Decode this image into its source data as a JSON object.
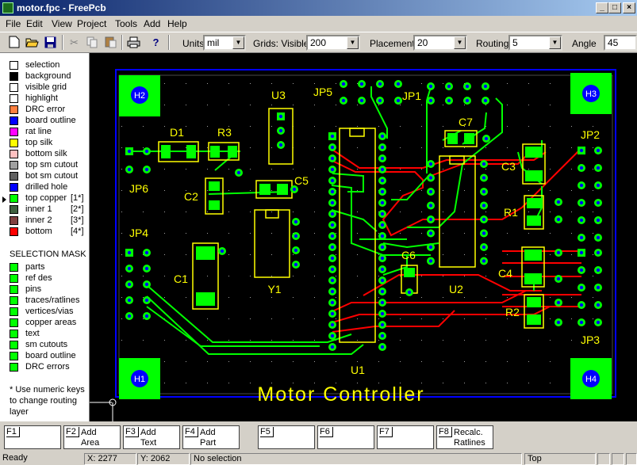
{
  "window": {
    "title": "motor.fpc - FreePcb"
  },
  "menu": [
    "File",
    "Edit",
    "View",
    "Project",
    "Tools",
    "Add",
    "Help"
  ],
  "toolbar": {
    "units_label": "Units",
    "units_value": "mil",
    "grids_label": "Grids: Visible",
    "grids_value": "200",
    "placement_label": "Placement",
    "placement_value": "20",
    "routing_label": "Routing",
    "routing_value": "5",
    "angle_label": "Angle",
    "angle_value": "45"
  },
  "layers": [
    {
      "label": "selection",
      "color": "#ffffff",
      "key": ""
    },
    {
      "label": "background",
      "color": "#000000",
      "key": ""
    },
    {
      "label": "visible grid",
      "color": "#ffffff",
      "key": ""
    },
    {
      "label": "highlight",
      "color": "#ffffff",
      "key": ""
    },
    {
      "label": "DRC error",
      "color": "#ff8040",
      "key": ""
    },
    {
      "label": "board outline",
      "color": "#0000ff",
      "key": ""
    },
    {
      "label": "rat line",
      "color": "#ff00ff",
      "key": ""
    },
    {
      "label": "top silk",
      "color": "#ffff00",
      "key": ""
    },
    {
      "label": "bottom silk",
      "color": "#ffc0c0",
      "key": ""
    },
    {
      "label": "top sm cutout",
      "color": "#a0a0a0",
      "key": ""
    },
    {
      "label": "bot sm cutout",
      "color": "#5f5f5f",
      "key": ""
    },
    {
      "label": "drilled hole",
      "color": "#0000ff",
      "key": ""
    },
    {
      "label": "top copper",
      "color": "#00ff00",
      "key": "[1*]"
    },
    {
      "label": "inner 1",
      "color": "#406040",
      "key": "[2*]"
    },
    {
      "label": "inner 2",
      "color": "#804040",
      "key": "[3*]"
    },
    {
      "label": "bottom",
      "color": "#ff0000",
      "key": "[4*]"
    }
  ],
  "selection_mask": {
    "title": "SELECTION MASK",
    "color": "#00ff00",
    "items": [
      "parts",
      "ref des",
      "pins",
      "traces/ratlines",
      "vertices/vias",
      "copper areas",
      "text",
      "sm cutouts",
      "board outline",
      "DRC errors"
    ]
  },
  "footnote": "* Use numeric keys to change routing layer",
  "board": {
    "title": "Motor Controller",
    "refdes": {
      "H1": "H1",
      "H2": "H2",
      "H3": "H3",
      "H4": "H4",
      "D1": "D1",
      "R3": "R3",
      "U3": "U3",
      "JP5": "JP5",
      "JP1": "JP1",
      "C7": "C7",
      "JP2": "JP2",
      "C3": "C3",
      "R1": "R1",
      "JP6": "JP6",
      "C2": "C2",
      "C5": "C5",
      "JP4": "JP4",
      "C1": "C1",
      "Y1": "Y1",
      "C6": "C6",
      "U2": "U2",
      "C4": "C4",
      "R2": "R2",
      "JP3": "JP3",
      "U1": "U1"
    },
    "colors": {
      "top_copper": "#00ff00",
      "bottom": "#ff0000",
      "silk": "#ffff00",
      "outline": "#0000ff",
      "hole": "#0000ff",
      "via_ring": "#00ff00"
    }
  },
  "function_keys": [
    {
      "key": "F1",
      "label": ""
    },
    {
      "key": "F2",
      "label": "Add\nArea"
    },
    {
      "key": "F3",
      "label": "Add\nText"
    },
    {
      "key": "F4",
      "label": "Add\nPart"
    },
    {
      "key": "F5",
      "label": ""
    },
    {
      "key": "F6",
      "label": ""
    },
    {
      "key": "F7",
      "label": ""
    },
    {
      "key": "F8",
      "label": "Recalc.\nRatlines"
    }
  ],
  "status": {
    "ready": "Ready",
    "x": "X: 2277",
    "y": "Y: 2062",
    "selection": "No selection",
    "layer": "Top"
  }
}
